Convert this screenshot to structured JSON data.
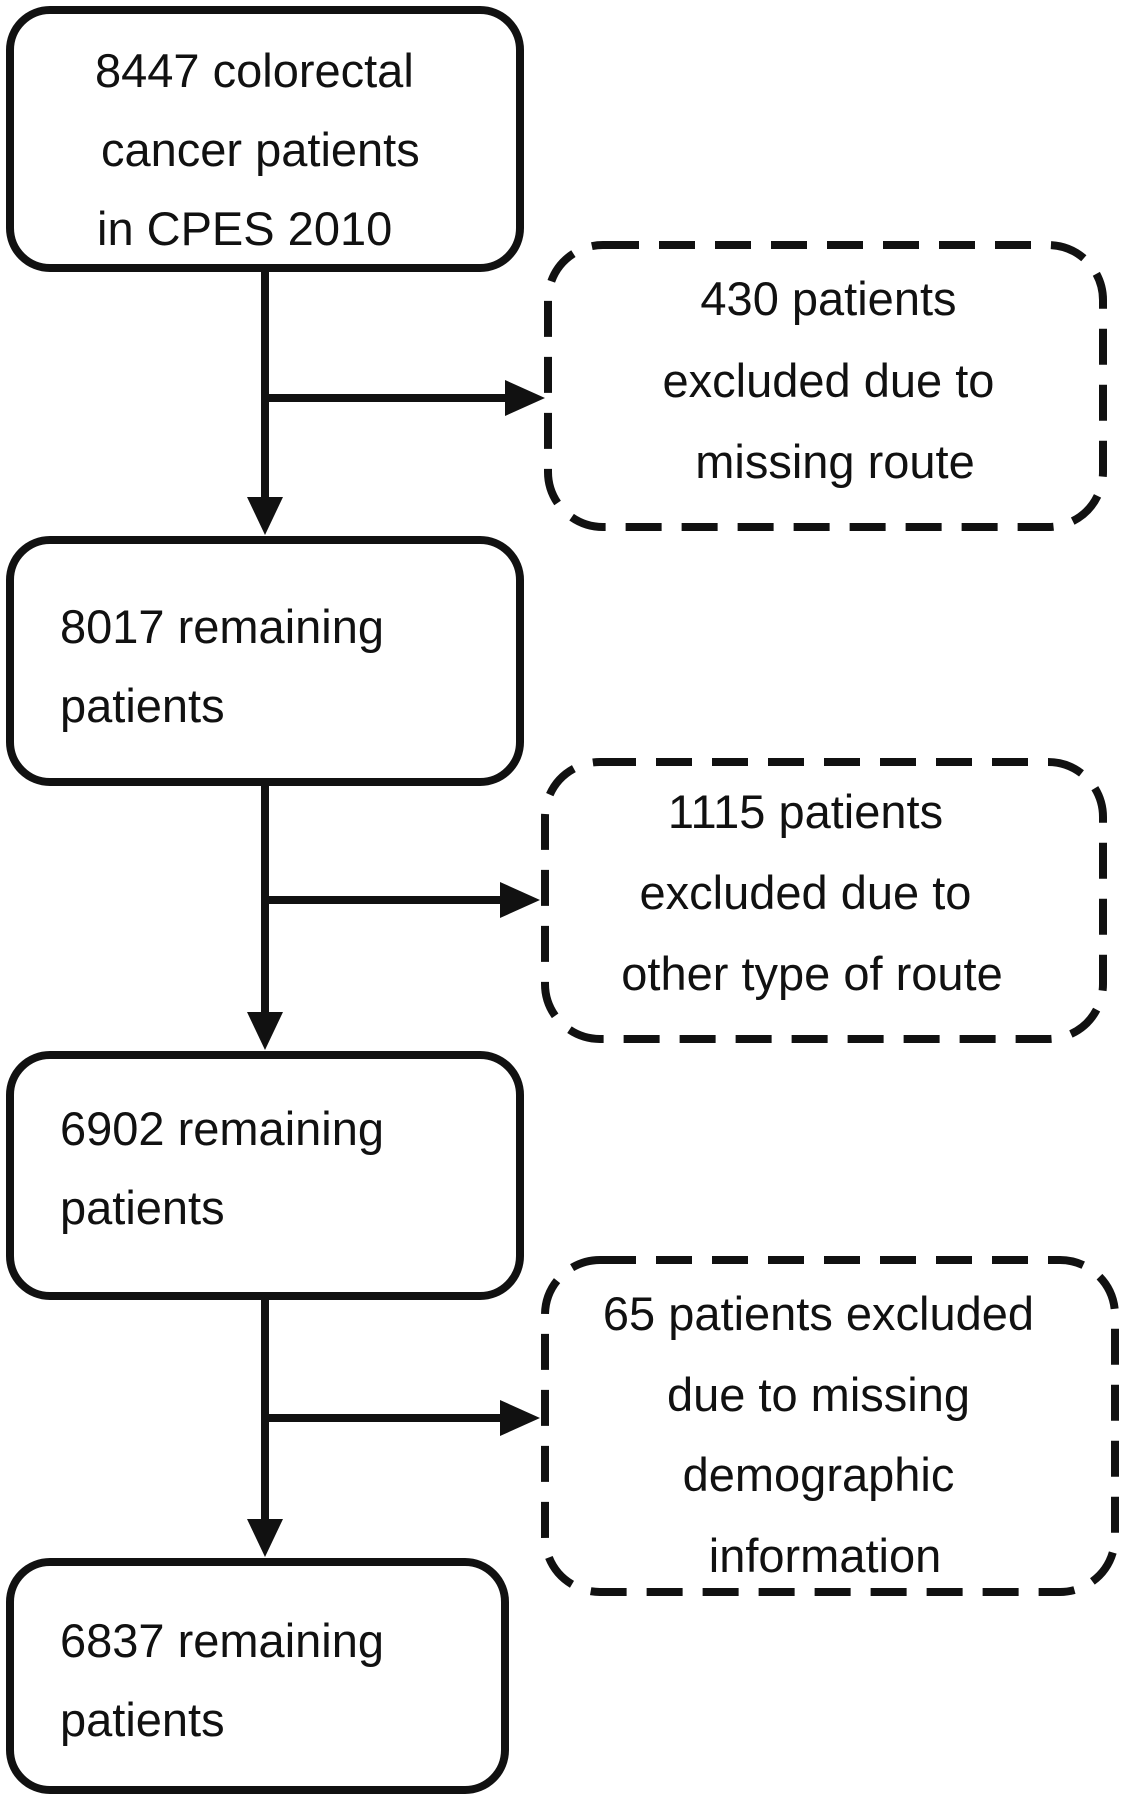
{
  "flowchart": {
    "steps": [
      {
        "lines": [
          "8447 colorectal",
          "cancer patients",
          "in CPES 2010"
        ]
      },
      {
        "lines": [
          "8017 remaining",
          "patients"
        ]
      },
      {
        "lines": [
          "6902 remaining",
          "patients"
        ]
      },
      {
        "lines": [
          "6837 remaining",
          "patients"
        ]
      }
    ],
    "exclusions": [
      {
        "lines": [
          "430 patients",
          "excluded due to",
          "missing route"
        ]
      },
      {
        "lines": [
          "1115 patients",
          "excluded due to",
          "other type of route"
        ]
      },
      {
        "lines": [
          "65 patients excluded",
          "due to missing",
          "demographic",
          "information"
        ]
      }
    ]
  }
}
